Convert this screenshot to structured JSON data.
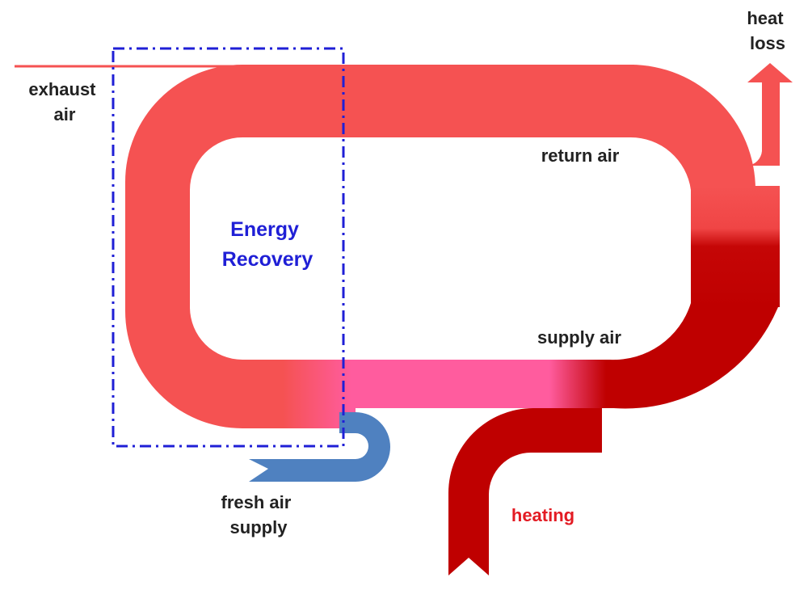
{
  "labels": {
    "exhaust": [
      "exhaust",
      "air"
    ],
    "heat_loss": [
      "heat",
      "loss"
    ],
    "return_air": "return air",
    "energy_recovery": [
      "Energy",
      "Recovery"
    ],
    "supply_air": "supply air",
    "fresh_air": [
      "fresh air",
      "supply"
    ],
    "heating": "heating"
  },
  "colors": {
    "flow_red": "#f55252",
    "flow_dark_red": "#bf0000",
    "flow_pink": "#ff5c9e",
    "flow_blue": "#4f81c0",
    "recovery_box": "#1f1fd6",
    "heating_label": "#e31b23",
    "label_text": "#222222"
  }
}
